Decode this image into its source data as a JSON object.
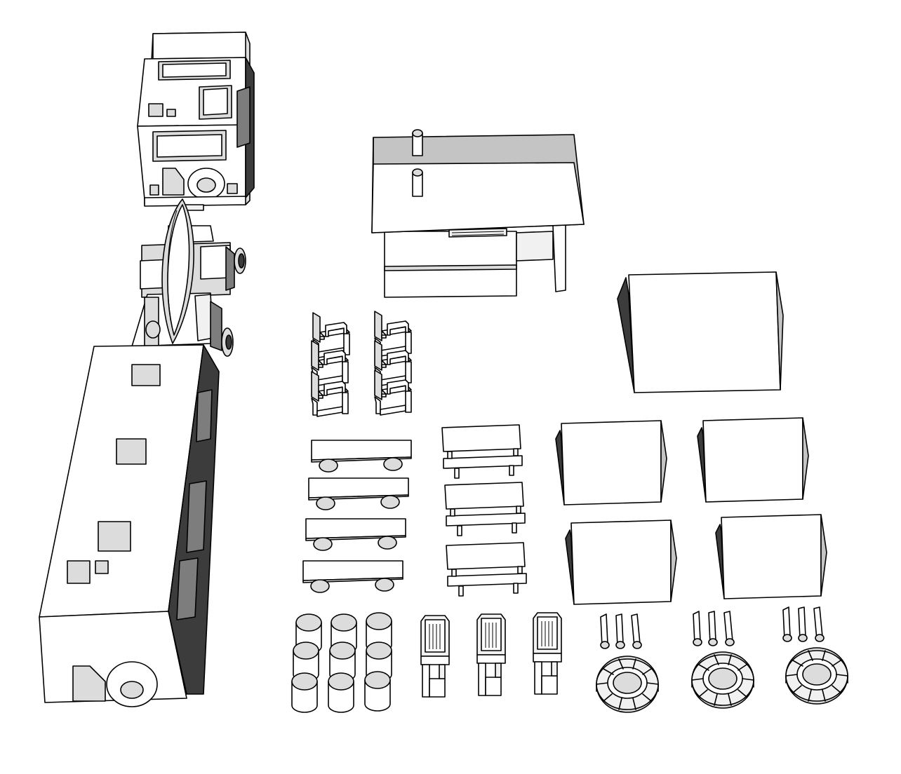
{
  "scene": {
    "background_color": "#ffffff",
    "palette": {
      "outline": "#000000",
      "face_light": "#f1f1f1",
      "face_mid": "#dcdcdc",
      "face_shade": "#c4c4c4",
      "face_dark": "#7d7d7d",
      "face_black": "#3c3c3c"
    },
    "counts": {
      "chairs": 6,
      "benches": 4,
      "picnic_tables": 3,
      "barrels": 9,
      "lockers": 3,
      "tents_small": 4,
      "log_sets": 3,
      "fire_rings": 3
    }
  }
}
